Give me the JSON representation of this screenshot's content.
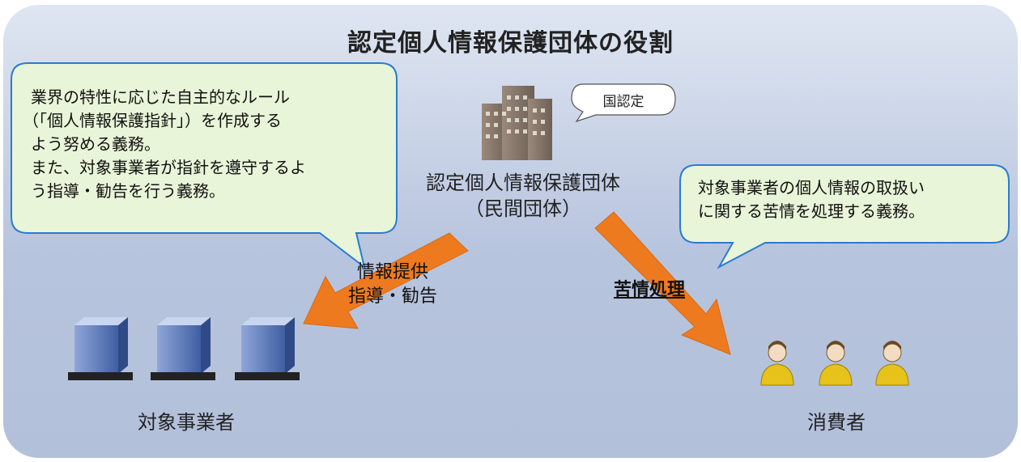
{
  "title": "認定個人情報保護団体の役割",
  "left_callout": {
    "lines": [
      "業界の特性に応じた自主的なルール",
      "（「個人情報保護指針」）を作成する",
      "よう努める義務。",
      "また、対象事業者が指針を遵守するよ",
      "う指導・勧告を行う義務。"
    ]
  },
  "right_callout": {
    "lines": [
      "対象事業者の個人情報の取扱い",
      "に関する苦情を処理する義務。"
    ]
  },
  "badge": "国認定",
  "center_org": {
    "line1": "認定個人情報保護団体",
    "line2": "（民間団体）"
  },
  "left_arrow_label": {
    "line1": "情報提供",
    "line2": "指導・勧告"
  },
  "right_arrow_label": "苦情処理",
  "businesses_label": "対象事業者",
  "consumers_label": "消費者",
  "colors": {
    "panel": "#c4cfe5",
    "callout_fill": "#e8f5d8",
    "callout_border": "#2a7bd0",
    "arrow": "#ee7a1f",
    "person": "#e6c21b",
    "server": "#5a78b8"
  },
  "icons": [
    "building-icon",
    "server-icon",
    "person-icon"
  ]
}
